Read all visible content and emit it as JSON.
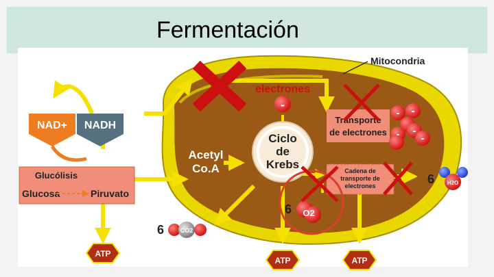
{
  "title": "Fermentación",
  "labels": {
    "mitocondria": "Mitocondria",
    "electrones": "electrones",
    "nad_plus": "NAD+",
    "nadh": "NADH",
    "glucolisis": "Glucólisis",
    "glucosa": "Glucosa",
    "piruvato": "Piruvato",
    "acetyl_1": "Acetyl",
    "acetyl_2": "Co.A",
    "ciclo_1": "Ciclo",
    "ciclo_2": "de",
    "ciclo_3": "Krebs",
    "transporte_1": "Transporte",
    "transporte_2": "de electrones",
    "cadena_1": "Cadena de",
    "cadena_2": "transporte de",
    "cadena_3": "electrones",
    "atp_1": "ATP",
    "atp_2": "ATP",
    "atp_3": "ATP",
    "co2_count": "6",
    "co2": "CO2",
    "o2_count": "6",
    "o2": "O2",
    "h2o_count": "6",
    "h2o": "H2O",
    "electron_sign": "-"
  },
  "colors": {
    "accent_yellow": "#f5e100",
    "mito_outer": "#e8d800",
    "mito_inner": "#9a5a16",
    "nad_orange": "#ee7d22",
    "nadh_slate": "#55707e",
    "salmon_box": "#f08e7a",
    "red_x": "#cc1010",
    "atp_red": "#b22e12"
  }
}
